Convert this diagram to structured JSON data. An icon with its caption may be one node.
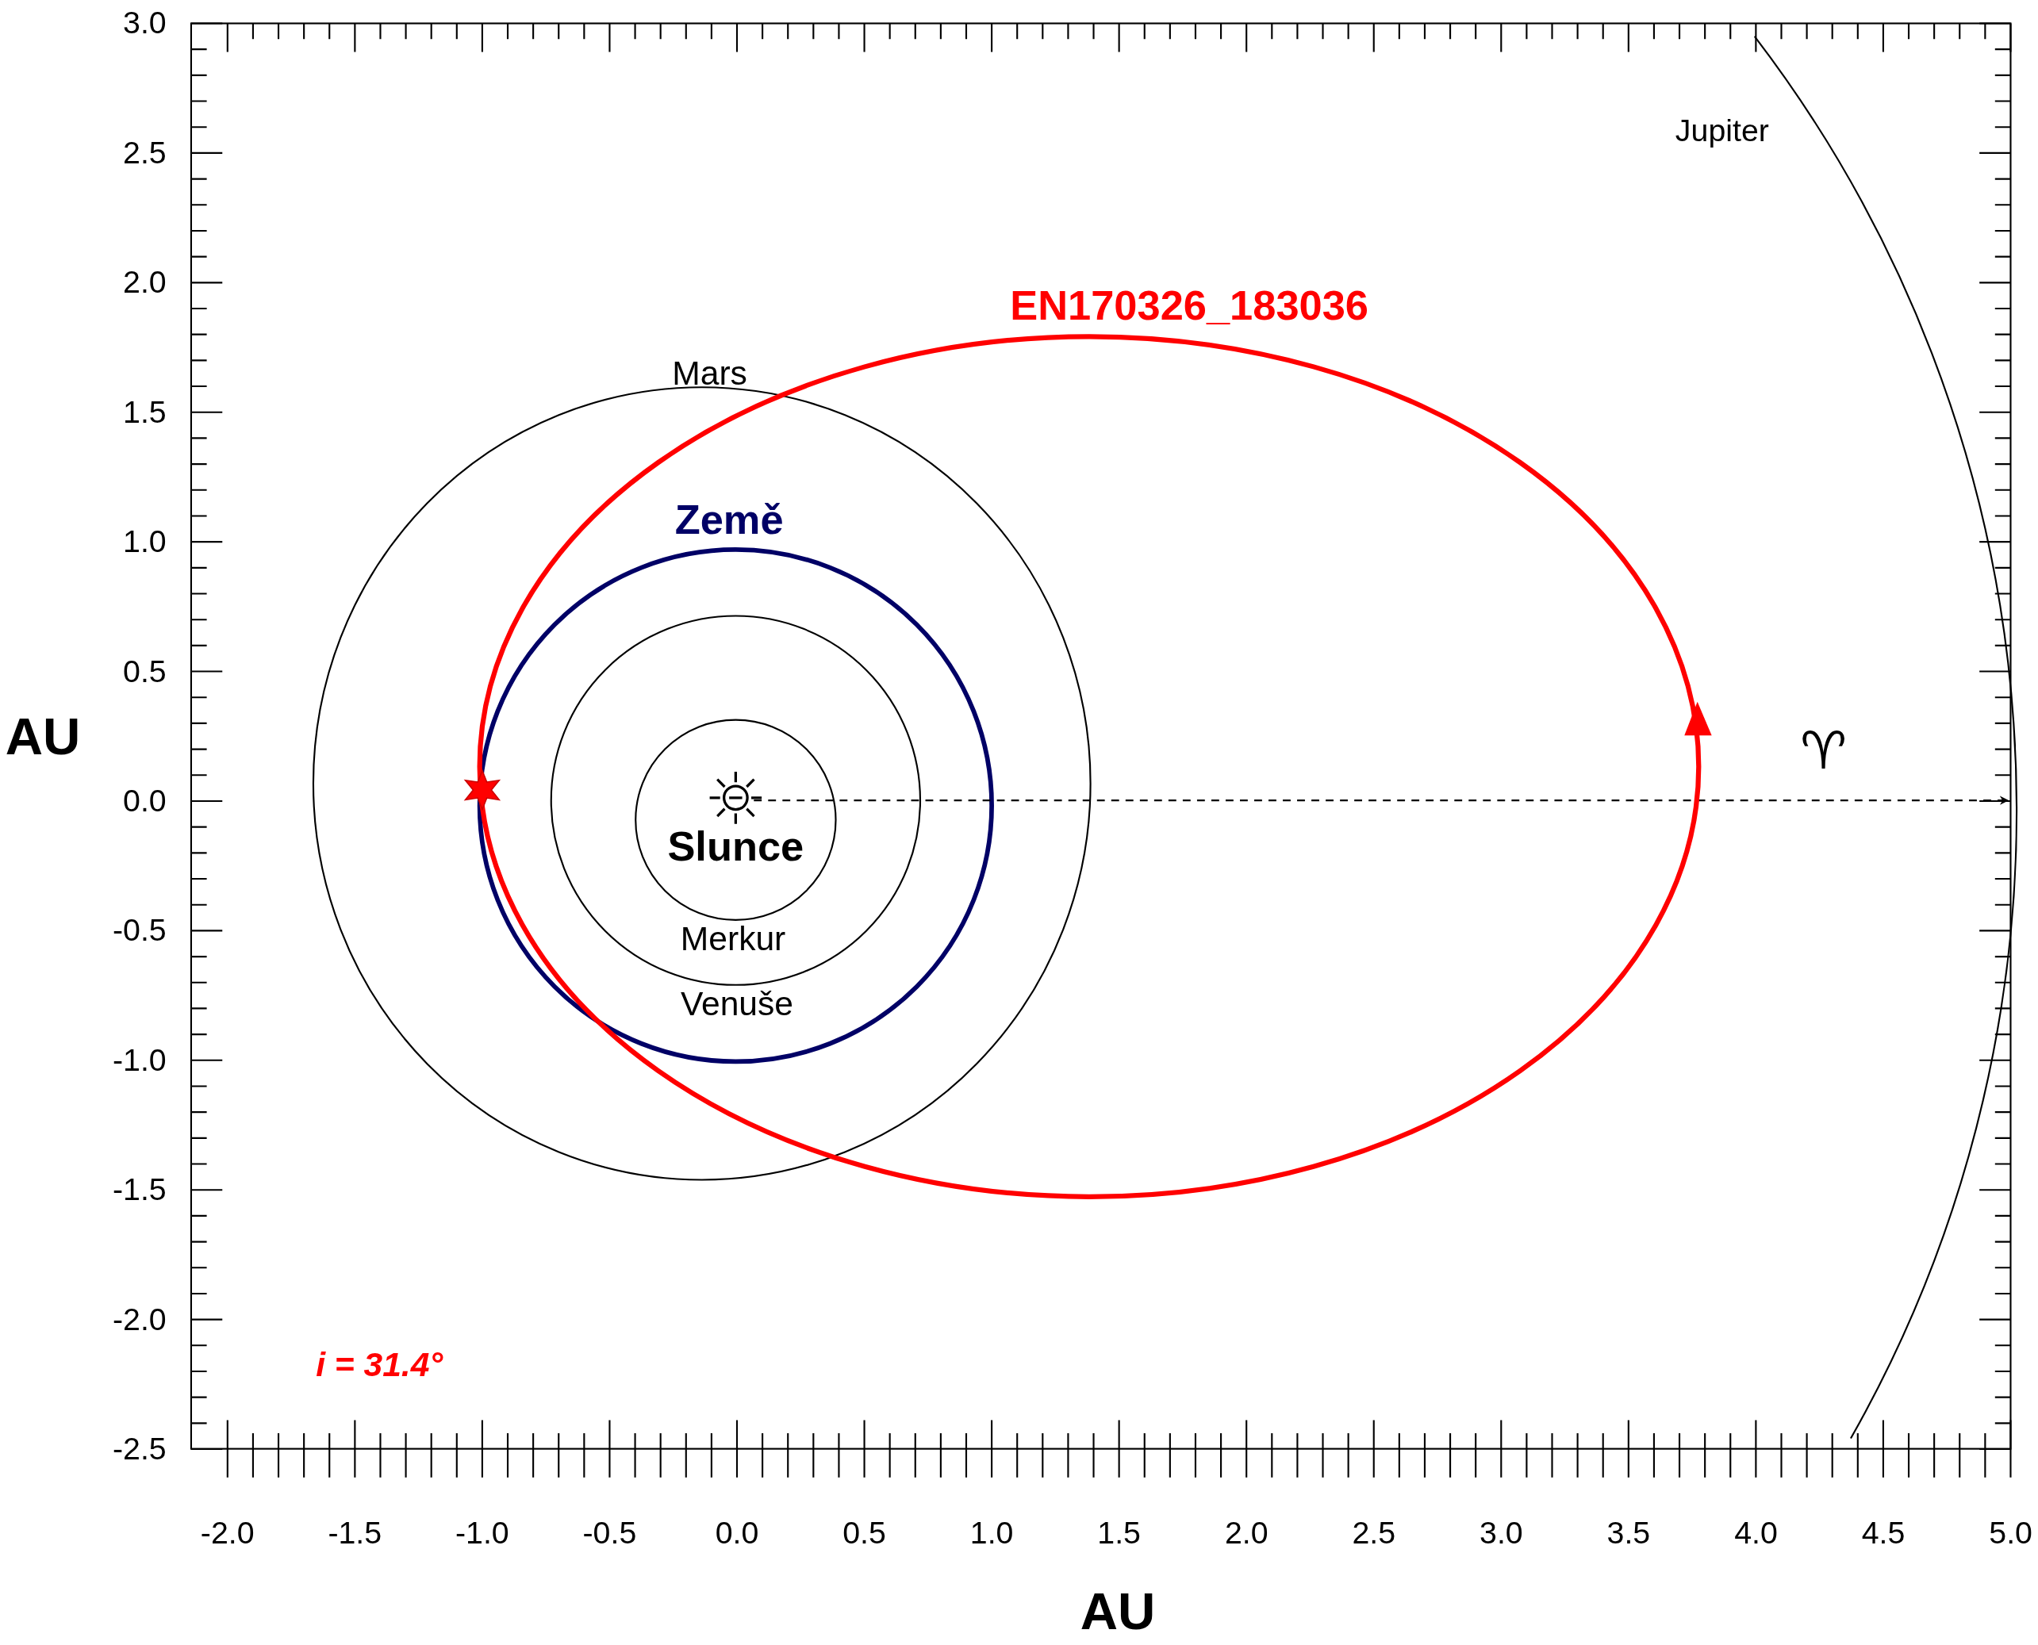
{
  "diagram": {
    "labels": [
      "3.0",
      "2.5",
      "2.0",
      "1.5",
      "1.0",
      "0.5",
      "0.0",
      "-0.5",
      "-1.0",
      "-1.5",
      "-2.0",
      "-2.5",
      "Jupiter",
      "EN170326_183036",
      "Mars",
      "Země",
      "AU",
      "♈",
      "Slunce",
      "Merkur",
      "Venuše",
      "i = 31.4°",
      "-2.0",
      "-1.5",
      "-1.0",
      "-0.5",
      "0.0",
      "0.5",
      "1.0",
      "1.5",
      "2.0",
      "2.5",
      "3.0",
      "3.5",
      "4.0",
      "4.5",
      "5.0",
      "AU"
    ]
  }
}
